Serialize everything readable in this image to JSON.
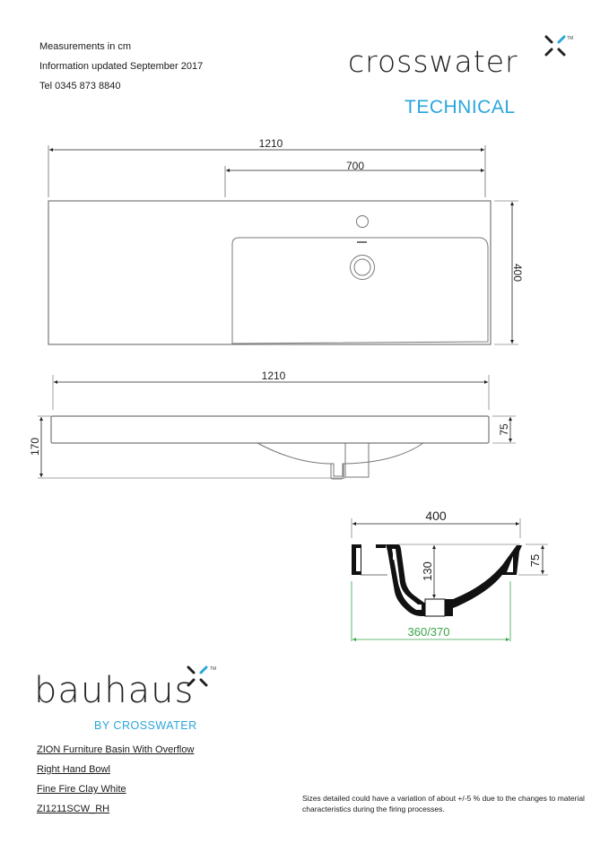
{
  "header": {
    "info": [
      "Measurements in cm",
      "Information updated September 2017",
      "Tel  0345 873 8840"
    ],
    "brand_logo": "crosswater",
    "brand_tm": "TM",
    "section_label": "TECHNICAL",
    "accent_color": "#2aa6dc"
  },
  "drawings": {
    "top_view": {
      "overall_width": "1210",
      "bowl_width": "700",
      "depth": "400"
    },
    "front_view": {
      "overall_width": "1210",
      "overall_height": "170",
      "rim_height": "75"
    },
    "section_view": {
      "width": "400",
      "bowl_depth": "130",
      "rim_height": "75",
      "cabinet_fit": "360/370",
      "cabinet_fit_color": "#3aa34a"
    }
  },
  "footer": {
    "sub_brand": "bauhaus",
    "sub_brand_tm": "TM",
    "by_line": "BY CROSSWATER",
    "product": [
      "ZION Furniture Basin With Overflow",
      "Right Hand Bowl",
      "Fine Fire Clay White",
      "ZI1211SCW_RH"
    ],
    "disclaimer": "Sizes detailed could have a variation of about +/-5 % due to the changes to material characteristics during the firing processes."
  }
}
